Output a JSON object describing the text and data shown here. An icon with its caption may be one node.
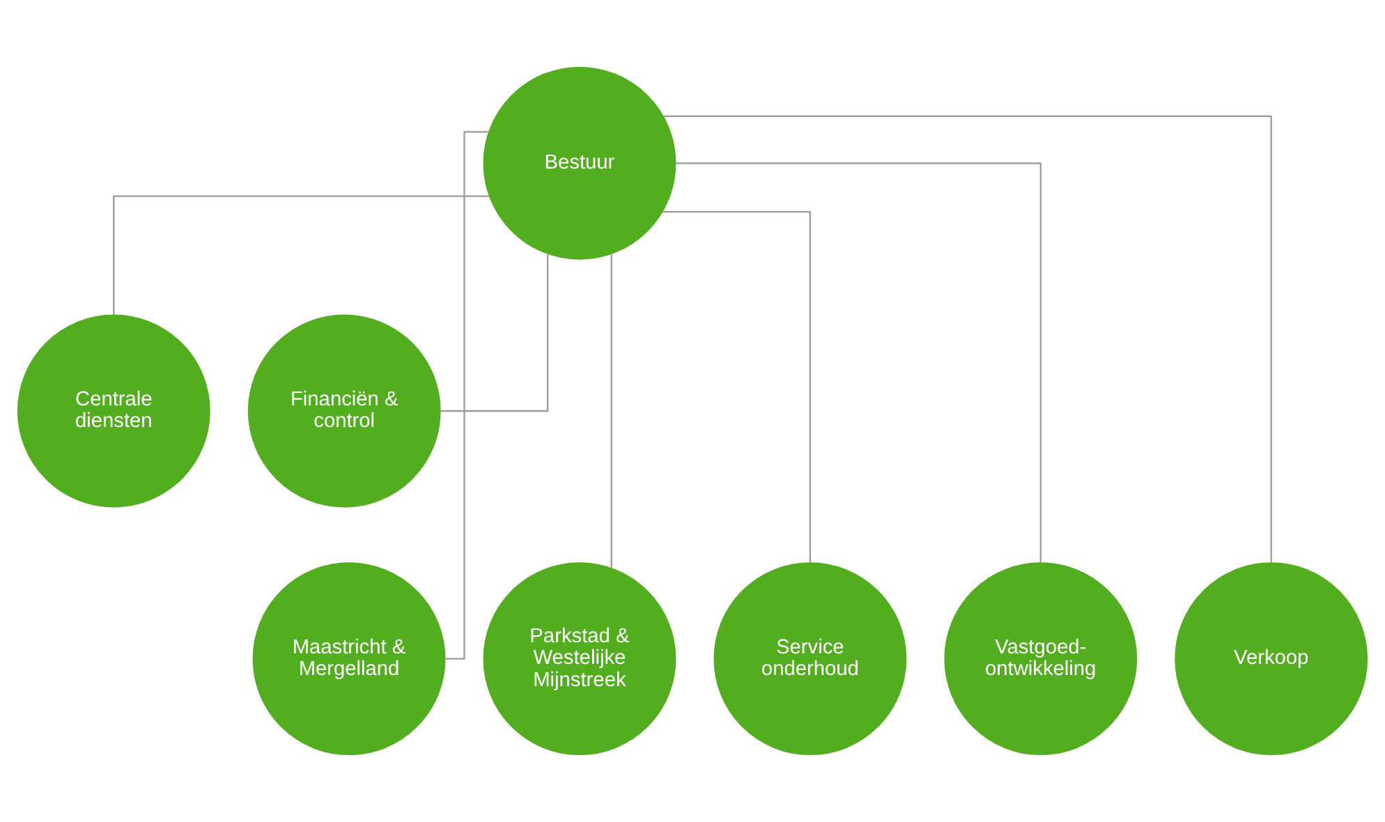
{
  "diagram": {
    "nodes": [
      {
        "text": [
          "Bestuur"
        ]
      },
      {
        "text": [
          "Centrale diensten"
        ]
      },
      {
        "text": [
          "Financiën & control"
        ]
      },
      {
        "text": [
          "Maastricht & Mergelland"
        ]
      },
      {
        "text": [
          "Parkstad & Westelijke Mijnstreek"
        ]
      },
      {
        "text": [
          "Service onderhoud"
        ]
      },
      {
        "text": [
          "Vastgoed- ontwikkeling"
        ]
      },
      {
        "text": [
          "Verkoop"
        ]
      }
    ],
    "edges": [
      {
        "from": 0,
        "to": 1,
        "arrow": "none"
      },
      {
        "from": 0,
        "to": 2,
        "arrow": "none"
      },
      {
        "from": 0,
        "to": 3,
        "arrow": "none"
      },
      {
        "from": 0,
        "to": 4,
        "arrow": "none"
      },
      {
        "from": 0,
        "to": 5,
        "arrow": "none"
      },
      {
        "from": 0,
        "to": 6,
        "arrow": "none"
      },
      {
        "from": 0,
        "to": 7,
        "arrow": "none"
      }
    ]
  }
}
